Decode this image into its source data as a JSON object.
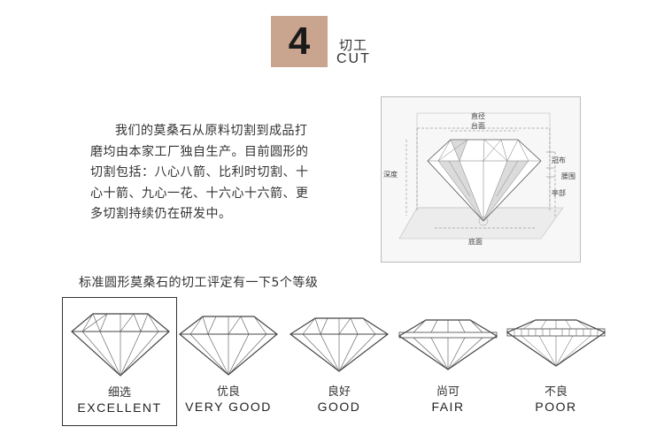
{
  "section": {
    "number": "4",
    "title_cn": "切工",
    "title_en": "CUT"
  },
  "intro": {
    "lines": [
      "我们的莫桑石从原料切割到成品打",
      "磨均由本家工厂独自生产。目前圆形的",
      "切割包括：八心八箭、比利时切割、十",
      "心十箭、九心一花、十六心十六箭、更",
      "多切割持续仍在研发中。"
    ]
  },
  "diagram": {
    "labels": {
      "diameter": "直径",
      "table": "台面",
      "depth": "深度",
      "crown": "冠布",
      "girdle": "腰围",
      "pavilion": "亭部",
      "culet": "底面"
    }
  },
  "grading": {
    "title": "标准圆形莫桑石的切工评定有一下5个等级",
    "grades": [
      {
        "cn": "细选",
        "en": "EXCELLENT",
        "selected": true
      },
      {
        "cn": "优良",
        "en": "VERY GOOD",
        "selected": false
      },
      {
        "cn": "良好",
        "en": "GOOD",
        "selected": false
      },
      {
        "cn": "尚可",
        "en": "FAIR",
        "selected": false
      },
      {
        "cn": "不良",
        "en": "POOR",
        "selected": false
      }
    ]
  },
  "colors": {
    "badge": "#c9a48e",
    "text": "#333333",
    "line": "#555555"
  }
}
